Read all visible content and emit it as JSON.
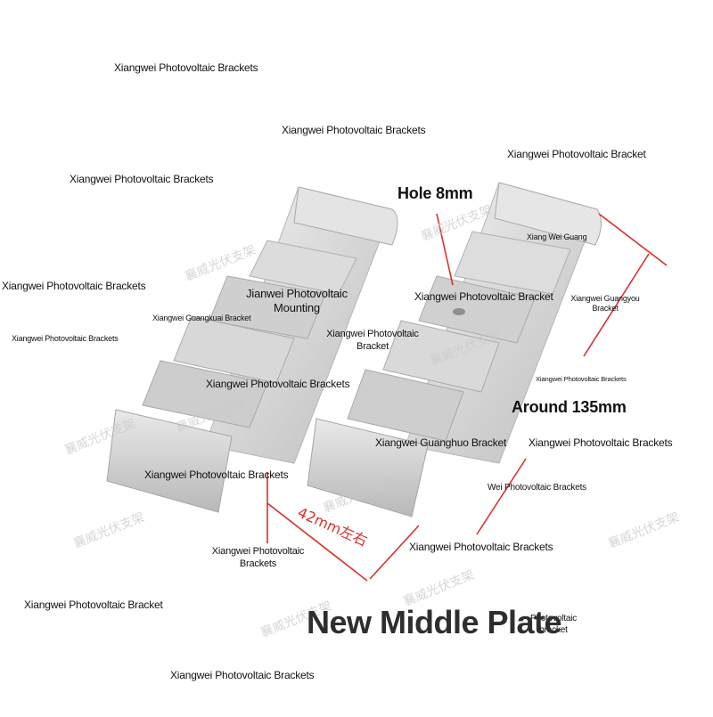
{
  "colors": {
    "measure_line": "#d9302b",
    "metal_light": "#eeeeee",
    "metal_mid": "#d2d2d2",
    "metal_dark": "#a9a9a9"
  },
  "labels": {
    "l1": "Xiangwei Photovoltaic Brackets",
    "l2": "Xiangwei Photovoltaic Brackets",
    "l3": "Xiangwei Photovoltaic Bracket",
    "l4": "Xiangwei Photovoltaic Brackets",
    "l5": "Xiangwei Photovoltaic Brackets",
    "l6": "Xiangwei Guangkuai Bracket",
    "l7": "Xiangwei Photovoltaic Brackets",
    "l8a": "Jianwei Photovoltaic",
    "l8b": "Mounting",
    "l9": "Xiang Wei Guang",
    "l10": "Xiangwei Photovoltaic Bracket",
    "l11a": "Xiangwei Guangyou",
    "l11b": "Bracket",
    "l12a": "Xiangwei Photovoltaic",
    "l12b": "Bracket",
    "l13": "Xiangwei Photovoltaic Brackets",
    "l14": "Xiangwei Photovoltaic Brackets",
    "l15": "Xiangwei Guanghuo Bracket",
    "l16": "Xiangwei Photovoltaic Brackets",
    "l17": "Wei Photovoltaic Brackets",
    "l18": "Xiangwei Photovoltaic Brackets",
    "l19a": "Xiangwei Photovoltaic",
    "l19b": "Brackets",
    "l20": "Xiangwei Photovoltaic Brackets",
    "l21": "Xiangwei Photovoltaic Bracket",
    "l22a": "Photovoltaic",
    "l22b": "bracket",
    "l23": "Xiangwei Photovoltaic Brackets"
  },
  "callouts": {
    "hole": "Hole 8mm",
    "length": "Around 135mm",
    "width": "42mm左右",
    "title": "New Middle Plate"
  },
  "watermark": "襄威光伏支架"
}
